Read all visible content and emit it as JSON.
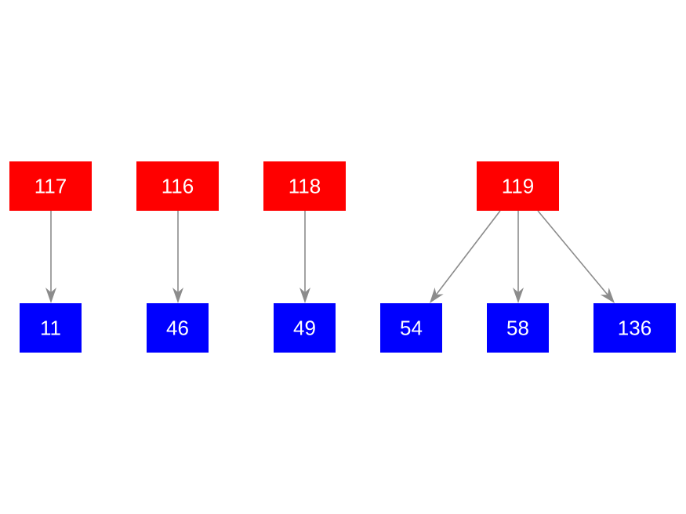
{
  "colors": {
    "parent_fill": "#ff0000",
    "child_fill": "#0000ff",
    "edge": "#8c8c8c",
    "label": "#ffffff"
  },
  "nodes": {
    "n117": {
      "label": "117",
      "role": "parent"
    },
    "n116": {
      "label": "116",
      "role": "parent"
    },
    "n118": {
      "label": "118",
      "role": "parent"
    },
    "n119": {
      "label": "119",
      "role": "parent"
    },
    "n11": {
      "label": "11",
      "role": "child"
    },
    "n46": {
      "label": "46",
      "role": "child"
    },
    "n49": {
      "label": "49",
      "role": "child"
    },
    "n54": {
      "label": "54",
      "role": "child"
    },
    "n58": {
      "label": "58",
      "role": "child"
    },
    "n136": {
      "label": "136",
      "role": "child"
    }
  },
  "edges": [
    {
      "from": "n117",
      "to": "n11"
    },
    {
      "from": "n116",
      "to": "n46"
    },
    {
      "from": "n118",
      "to": "n49"
    },
    {
      "from": "n119",
      "to": "n54"
    },
    {
      "from": "n119",
      "to": "n58"
    },
    {
      "from": "n119",
      "to": "n136"
    }
  ]
}
